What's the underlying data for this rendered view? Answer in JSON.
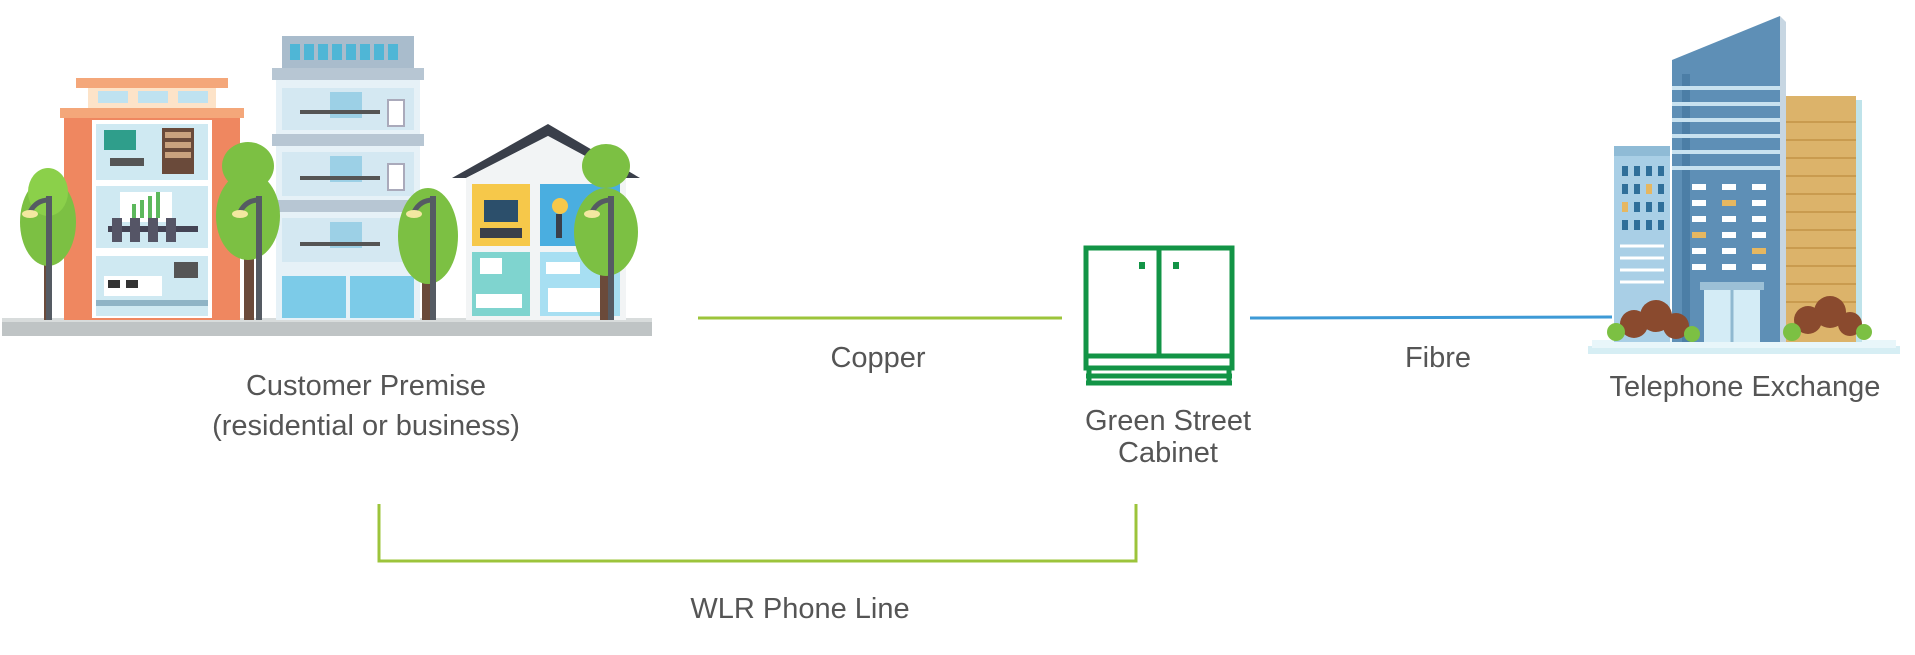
{
  "nodes": {
    "premise": {
      "label_line1": "Customer Premise",
      "label_line2": "(residential or business)"
    },
    "cabinet": {
      "label_line1": "Green Street",
      "label_line2": "Cabinet"
    },
    "exchange": {
      "label": "Telephone Exchange"
    }
  },
  "links": {
    "copper": {
      "label": "Copper"
    },
    "fibre": {
      "label": "Fibre"
    },
    "wlr": {
      "label": "WLR Phone Line"
    }
  },
  "colors": {
    "copper_line": "#9cc43b",
    "fibre_line": "#3d9ad6",
    "cabinet": "#129446",
    "text": "#555555"
  }
}
